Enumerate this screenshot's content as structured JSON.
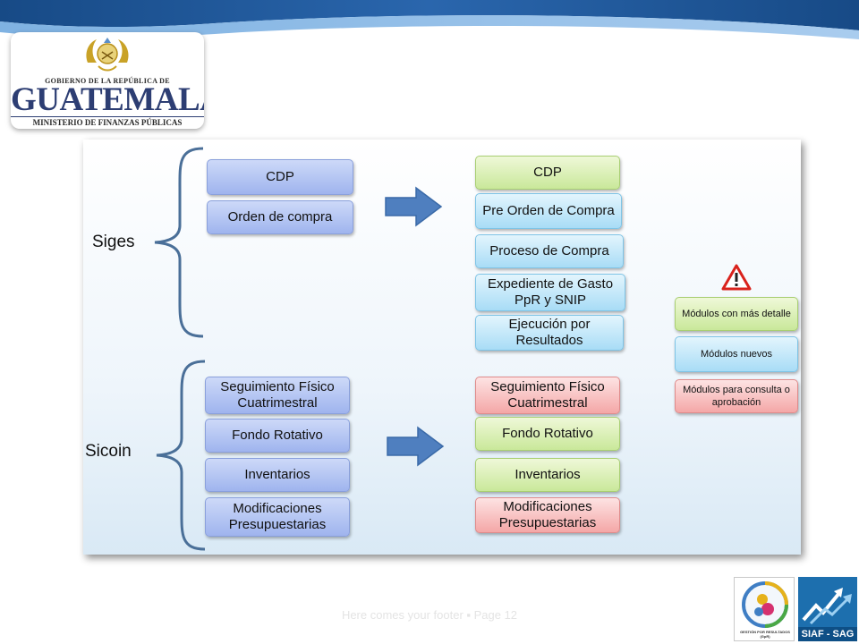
{
  "logo": {
    "line1": "GOBIERNO DE LA REPÚBLICA DE",
    "line2": "GUATEMALA",
    "line3": "MINISTERIO DE FINANZAS PÚBLICAS"
  },
  "diagram": {
    "groups": [
      {
        "label": "Siges",
        "before": [
          "CDP",
          "Orden de compra"
        ],
        "after": [
          {
            "text": "CDP",
            "category": "green"
          },
          {
            "text": "Pre Orden de Compra",
            "category": "cyan"
          },
          {
            "text": "Proceso de Compra",
            "category": "cyan"
          },
          {
            "text": "Expediente de Gasto PpR y SNIP",
            "category": "cyan"
          },
          {
            "text": "Ejecución por Resultados",
            "category": "cyan"
          }
        ]
      },
      {
        "label": "Sicoin",
        "before": [
          "Seguimiento Físico Cuatrimestral",
          "Fondo Rotativo",
          "Inventarios",
          "Modificaciones Presupuestarias"
        ],
        "after": [
          {
            "text": "Seguimiento Físico Cuatrimestral",
            "category": "red"
          },
          {
            "text": "Fondo Rotativo",
            "category": "green"
          },
          {
            "text": "Inventarios",
            "category": "green"
          },
          {
            "text": "Modificaciones Presupuestarias",
            "category": "red"
          }
        ]
      }
    ],
    "legend": [
      {
        "text": "Módulos con más detalle",
        "category": "green"
      },
      {
        "text": "Módulos nuevos",
        "category": "cyan"
      },
      {
        "text": "Módulos para consulta o aprobación",
        "category": "red"
      }
    ],
    "warning_icon": "warning-triangle-icon"
  },
  "footer": {
    "text": "Here comes your footer  ▪  Page 12"
  },
  "badges": {
    "gpr_text": "GESTIÓN POR RESULTADOS (GpR)",
    "siaf_text": "SIAF - SAG"
  },
  "colors": {
    "band_dark": "#1a4f8f",
    "band_light": "#5b9bd5",
    "bracket": "#4a6f98",
    "arrow": "#4f7fbf"
  }
}
